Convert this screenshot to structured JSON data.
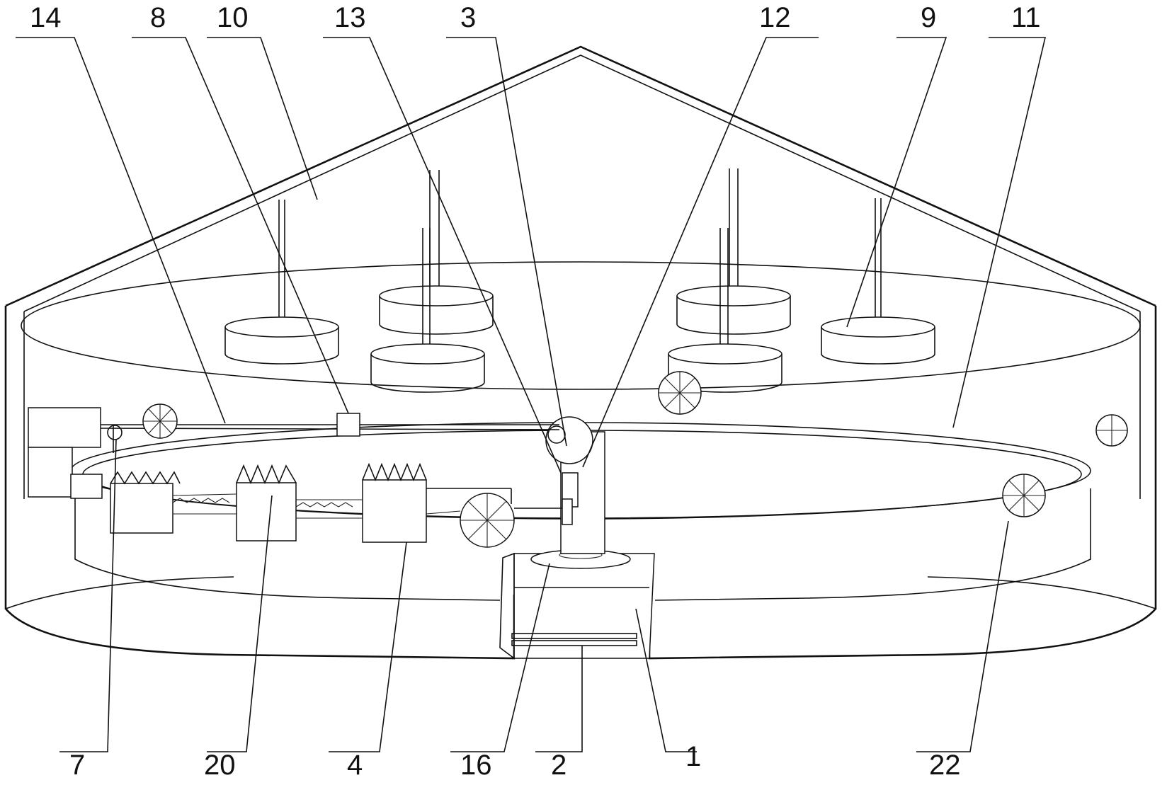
{
  "labels": {
    "top": [
      "14",
      "8",
      "10",
      "13",
      "3",
      "12",
      "9",
      "11"
    ],
    "bottom": [
      "7",
      "20",
      "4",
      "16",
      "2",
      "1",
      "22"
    ]
  }
}
